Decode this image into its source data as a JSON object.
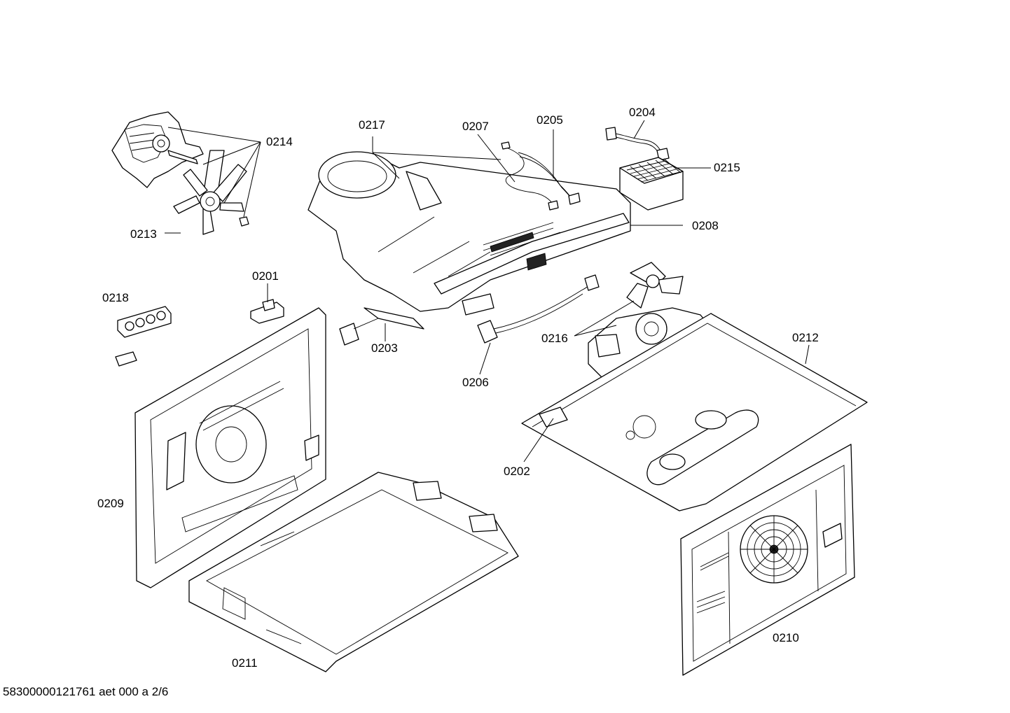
{
  "labels": {
    "p0201": "0201",
    "p0202": "0202",
    "p0203": "0203",
    "p0204": "0204",
    "p0205": "0205",
    "p0206": "0206",
    "p0207": "0207",
    "p0208": "0208",
    "p0209": "0209",
    "p0210": "0210",
    "p0211": "0211",
    "p0212": "0212",
    "p0213": "0213",
    "p0214": "0214",
    "p0215": "0215",
    "p0216": "0216",
    "p0217": "0217",
    "p0218": "0218"
  },
  "footer": "58300000121761 aet 000 a 2/6"
}
